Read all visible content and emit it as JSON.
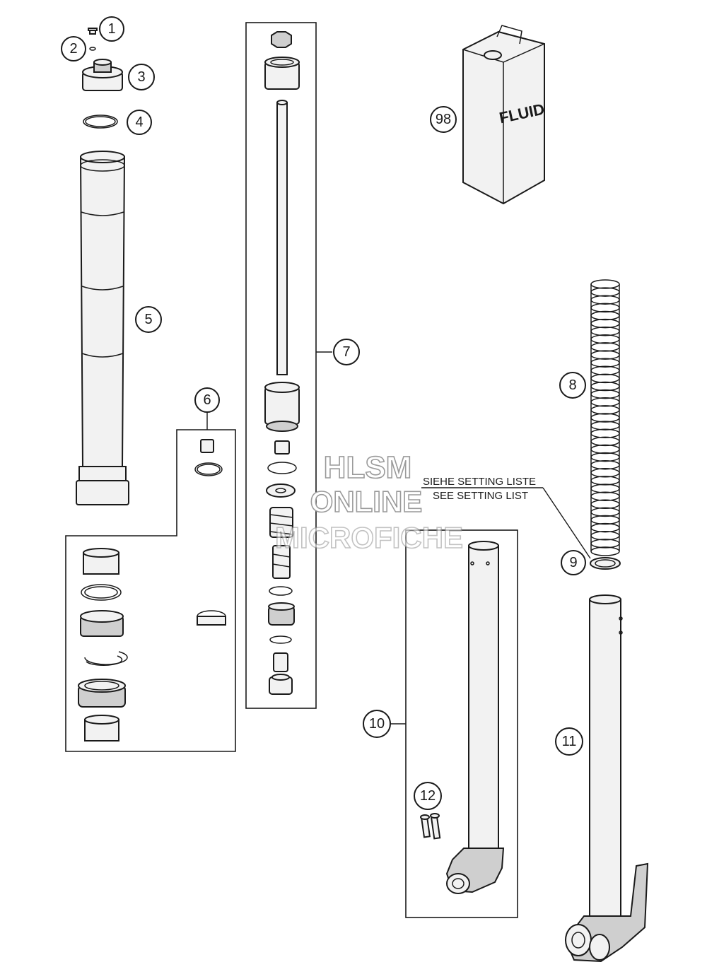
{
  "callouts": {
    "c1": "1",
    "c2": "2",
    "c3": "3",
    "c4": "4",
    "c5": "5",
    "c6": "6",
    "c7": "7",
    "c8": "8",
    "c9": "9",
    "c10": "10",
    "c11": "11",
    "c12": "12",
    "c98": "98"
  },
  "labels": {
    "setting_de": "SIEHE SETTING LISTE",
    "setting_en": "SEE SETTING LIST",
    "fluid": "FLUID"
  },
  "watermark": {
    "line1": "HLSM",
    "line2": "ONLINE",
    "line3": "MICROFICHE"
  },
  "colors": {
    "line": "#1a1a1a",
    "background": "#ffffff",
    "watermark": "#9a9a9a"
  }
}
